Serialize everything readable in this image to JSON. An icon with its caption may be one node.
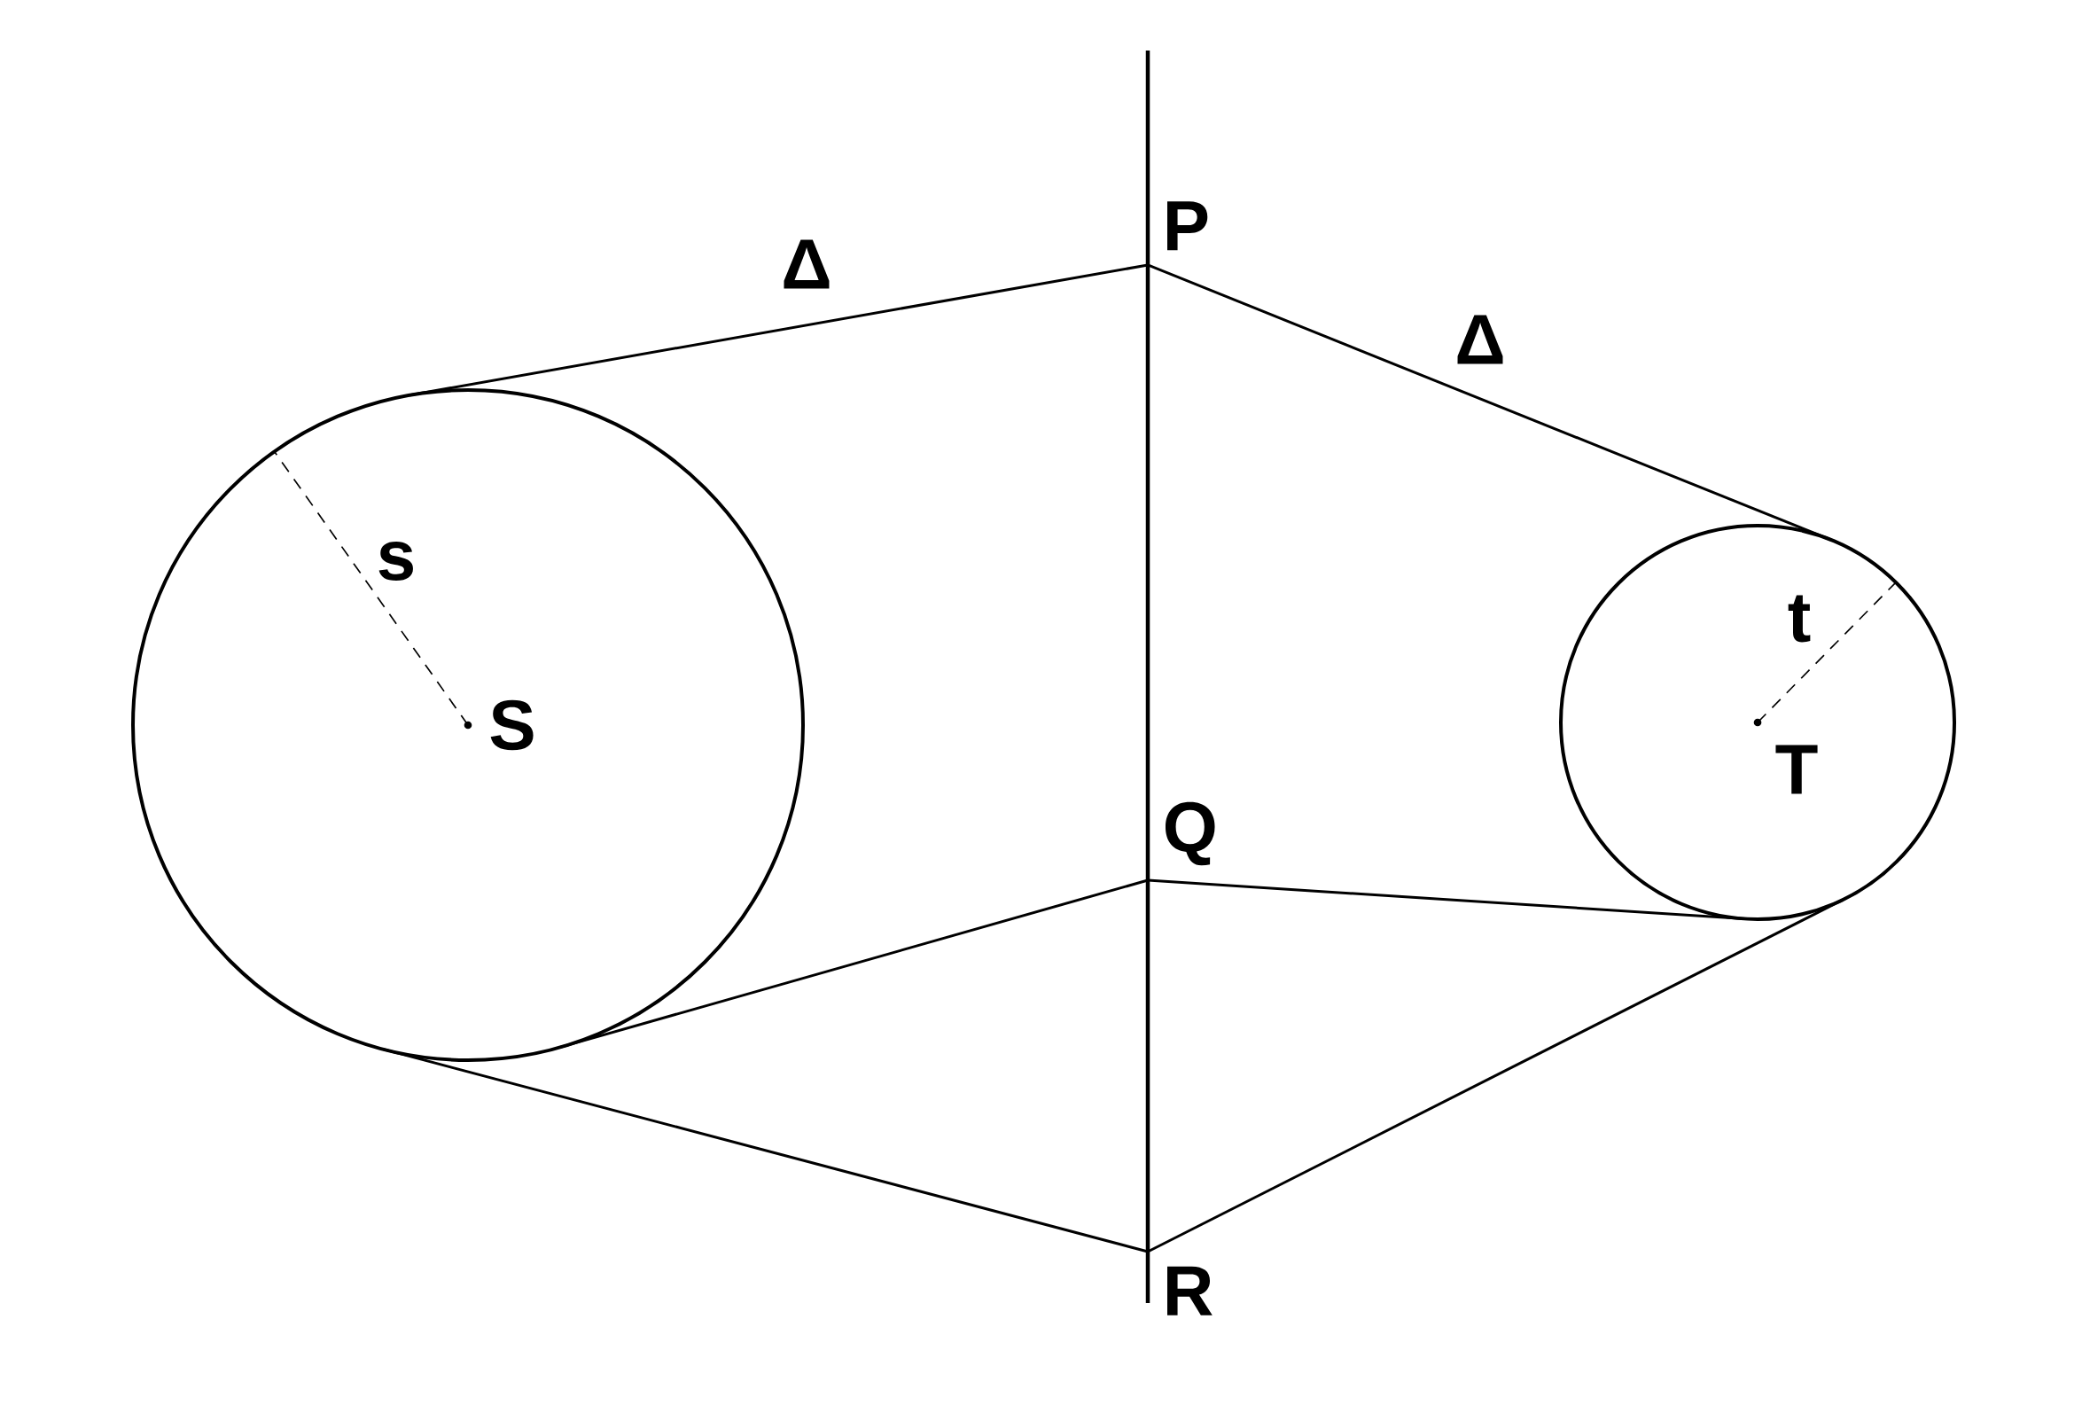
{
  "diagram": {
    "nodes": [
      {
        "text": [
          "s",
          "S"
        ]
      },
      {
        "text": [
          "t",
          "T"
        ]
      },
      {
        "text": [
          "P"
        ]
      },
      {
        "text": [
          "Q"
        ]
      },
      {
        "text": [
          "R"
        ]
      }
    ],
    "edges": [
      {
        "from": 2,
        "to": 0,
        "arrow": "none",
        "label": "Δ"
      },
      {
        "from": 2,
        "to": 1,
        "arrow": "none",
        "label": "Δ"
      },
      {
        "from": 3,
        "to": 0,
        "arrow": "none"
      },
      {
        "from": 3,
        "to": 1,
        "arrow": "none"
      },
      {
        "from": 4,
        "to": 0,
        "arrow": "none"
      },
      {
        "from": 4,
        "to": 1,
        "arrow": "none"
      }
    ]
  }
}
